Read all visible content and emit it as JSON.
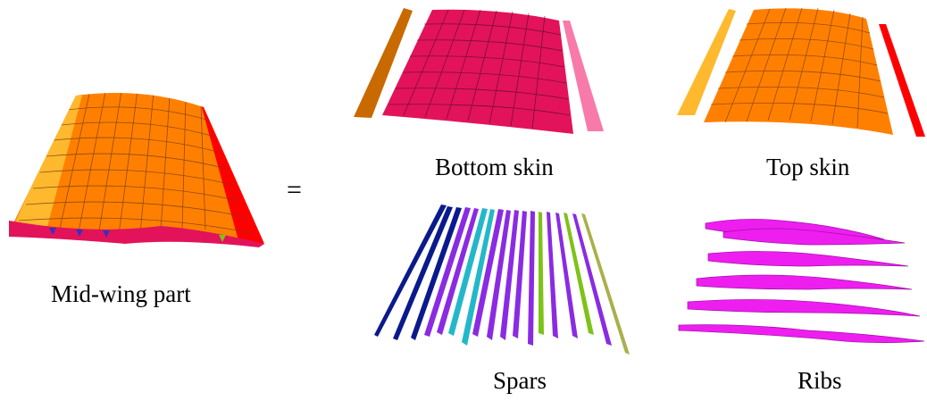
{
  "diagram": {
    "equals_sign": "=",
    "parts": {
      "mid_wing": {
        "label": "Mid-wing part"
      },
      "bottom_skin": {
        "label": "Bottom skin"
      },
      "top_skin": {
        "label": "Top skin"
      },
      "spars": {
        "label": "Spars"
      },
      "ribs": {
        "label": "Ribs"
      }
    },
    "colors": {
      "skin_orange": "#ff8000",
      "skin_yellow": "#ffb92e",
      "skin_red": "#ff0000",
      "bottom_magenta": "#e2135a",
      "bottom_pink": "#f77aaa",
      "bottom_brown": "#c86a00",
      "rib_magenta": "#ee1ef0",
      "spar_purple": "#8a2be2",
      "spar_navy": "#0a1a8c",
      "spar_teal": "#24b7c9",
      "spar_green": "#7ec217",
      "spar_olive": "#a9b04a"
    }
  }
}
